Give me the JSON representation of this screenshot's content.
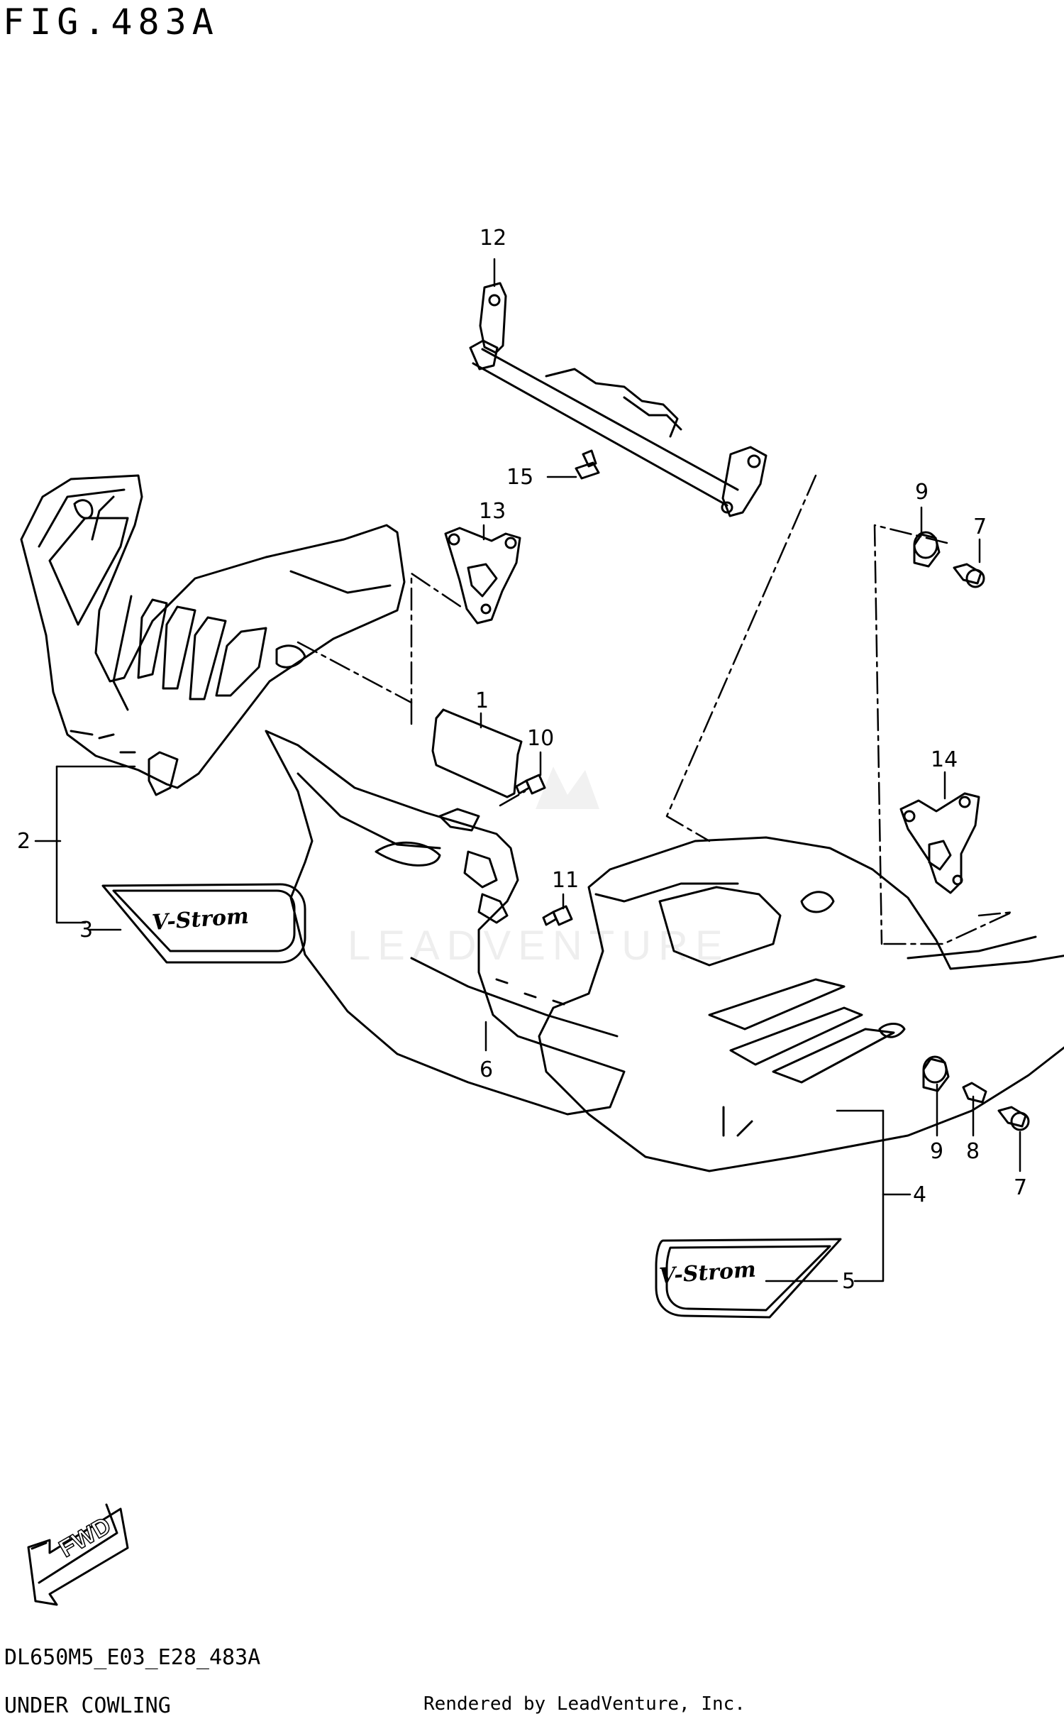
{
  "figure": {
    "title": "FIG.483A",
    "code": "DL650M5_E03_E28_483A",
    "name": "UNDER COWLING",
    "credit": "Rendered by LeadVenture, Inc.",
    "watermark": "LEADVENTURE",
    "fwd_label": "FWD",
    "emblem_text": "V-Strom"
  },
  "callouts": [
    "12",
    "15",
    "13",
    "9",
    "7",
    "1",
    "10",
    "14",
    "2",
    "11",
    "3",
    "6",
    "9",
    "8",
    "7",
    "4",
    "5"
  ]
}
